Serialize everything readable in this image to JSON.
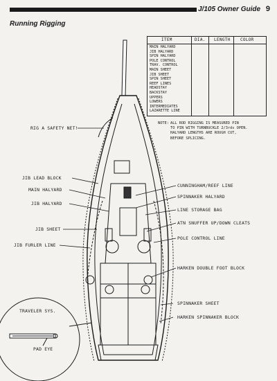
{
  "header": {
    "guide_title": "J/105 Owner Guide",
    "page_number": "9"
  },
  "section_title": "Running Rigging",
  "rigging_table": {
    "columns": [
      "ITEM",
      "DIA.",
      "LENGTH",
      "COLOR"
    ],
    "items": [
      "MAIN HALYARD",
      "JIB HALYARD",
      "SPIN HALYARD",
      "POLE CONTROL",
      "TRAV. CONTROL",
      "MAIN SHEET",
      "JIB SHEET",
      "SPIN SHEET",
      "REEF LINES",
      "HEADSTAY",
      "BACKSTAY",
      "UPPERS",
      "LOWERS",
      "INTERMEDIATES",
      "LAZARETTE LINE"
    ]
  },
  "note": {
    "label": "NOTE:",
    "lines": [
      "ALL ROD RIGGING IS MEASURED PIN",
      "TO PIN WITH TURNBUCKLE 2/3rds OPEN.",
      "HALYARD LENGTHS ARE ROUGH CUT,",
      "BEFORE SPLICING."
    ]
  },
  "labels": {
    "safety_net": "RIG A SAFETY NET!",
    "jib_lead_block": "JIB LEAD BLOCK",
    "main_halyard": "MAIN HALYARD",
    "jib_halyard": "JIB HALYARD",
    "jib_sheet": "JIB SHEET",
    "jib_furler_line": "JIB FURLER LINE",
    "cunningham_reef": "CUNNINGHAM/REEF LINE",
    "spinnaker_halyard": "SPINNAKER HALYARD",
    "line_storage_bag": "LINE STORAGE BAG",
    "atn_snuffer": "ATN SNUFFER UP/DOWN CLEATS",
    "pole_control_line": "POLE CONTROL LINE",
    "harken_double_foot": "HARKEN DOUBLE FOOT BLOCK",
    "spinnaker_sheet": "SPINNAKER SHEET",
    "harken_spinnaker_block": "HARKEN SPINNAKER BLOCK",
    "traveler_sys": "TRAVELER SYS.",
    "pad_eye": "PAD EYE"
  }
}
